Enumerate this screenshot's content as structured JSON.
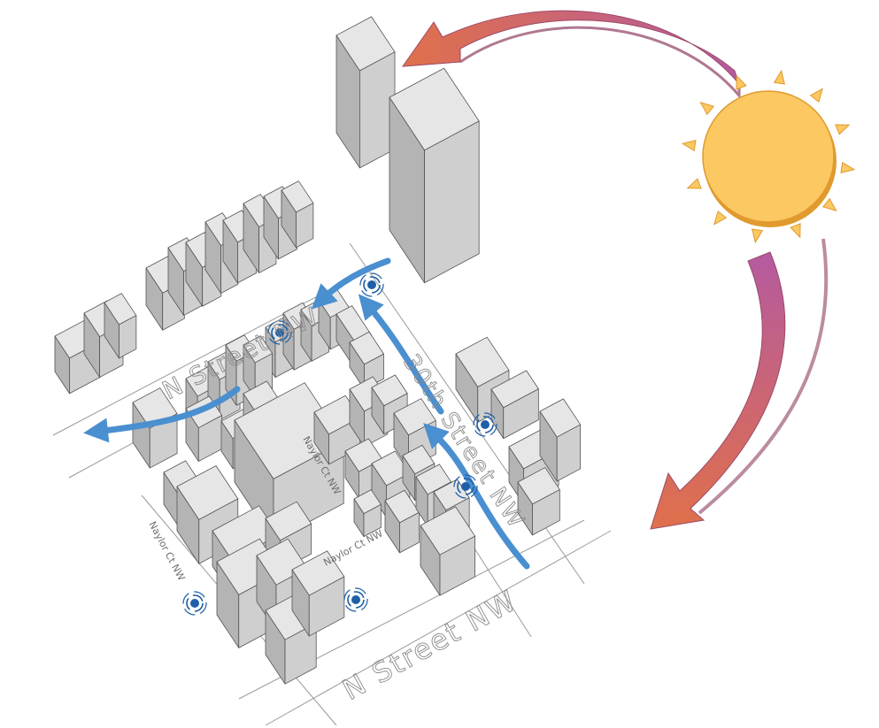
{
  "diagram": {
    "streets": {
      "n_street_bottom": "N Street NW",
      "n_street_top": "N Street NW",
      "thirtieth_street": "30th Street NW",
      "naylor_ct_1": "Naylor Ct NW",
      "naylor_ct_2": "Naylor Ct NW",
      "naylor_ct_3": "Naylor Ct NW"
    },
    "colors": {
      "building_top": "#e6e6e6",
      "building_left": "#cfcfcf",
      "building_right": "#b4b4b4",
      "wind_arrow": "#4a8fd0",
      "sound_marker": "#1f5fa8",
      "sun_fill": "#fcc862",
      "sun_edge": "#e09a2e",
      "sun_path_start": "#e0704a",
      "sun_path_end": "#b55aa0",
      "site_hatch": "#e07a7a"
    },
    "icons": {
      "sun": "sun-icon",
      "noise": "sound-wave-icon",
      "wind": "wind-arrow-icon",
      "sun_path": "sun-path-arrow-icon"
    }
  }
}
